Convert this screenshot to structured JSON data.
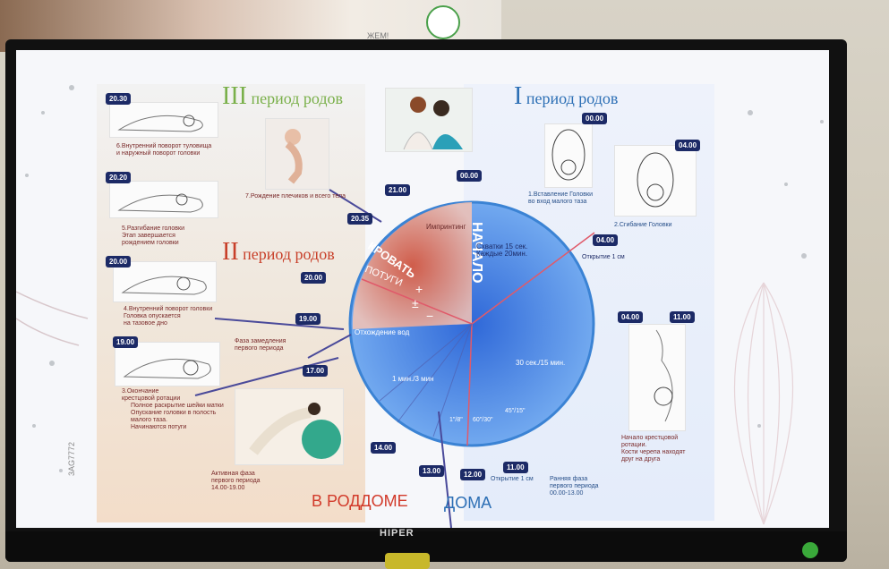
{
  "backdrop": {
    "monitor_brand": "HIPER",
    "side_sticker": "3AG7772",
    "poster_text": "ЖЕМ!"
  },
  "infographic": {
    "periods": {
      "third": {
        "numeral": "III",
        "title": "период родов"
      },
      "first": {
        "numeral": "I",
        "title": "период родов"
      },
      "second": {
        "numeral": "II",
        "title": "период родов"
      }
    },
    "location_labels": {
      "hospital": "В РОДДОМЕ",
      "home": "ДОМА"
    },
    "wheel_labels": {
      "start": "НАЧАЛО",
      "bed": "КРОВАТЬ",
      "pushing": "ПОТУГИ",
      "plus": "+",
      "plusminus": "±",
      "minus": "−",
      "imprinting": "Импринтинг",
      "contractions": "Схватки 15 сек.\nКаждые 20мин.",
      "opening_1cm_top": "Открытие 1 см",
      "interval_30_15": "30 сек./15 мин.",
      "interval_1_3": "1 мин./3 мин",
      "waters": "Отхождение вод",
      "sec_45_15": "45\"/15\"",
      "sec_60_30": "60\"/30\"",
      "sec_1_8": "1\"/8\""
    },
    "times": {
      "t2030": "20.30",
      "t2020": "20.20",
      "t2000a": "20.00",
      "t1900a": "19.00",
      "t0000a": "00.00",
      "t0400a": "04.00",
      "t2100": "21.00",
      "t2035": "20.35",
      "t0000b": "00.00",
      "t2000b": "20.00",
      "t0400b": "04.00",
      "t1900b": "19.00",
      "t0400c": "04.00",
      "t1100a": "11.00",
      "t1700": "17.00",
      "t1400": "14.00",
      "t1300": "13.00",
      "t1200": "12.00",
      "t1100b": "11.00"
    },
    "captions": {
      "c6": "6.Внутренний поворот туловища\nи наружный поворот головки",
      "c5": "5.Разгибание головки\nЭтап завершается\nрождением головки",
      "c4": "4.Внутренний поворот головки\nГоловка опускается\nна тазовое дно",
      "c3": "3.Окончание\nкрестцовой ротации",
      "c3b": "Полное раскрытие шейки матки\nОпускание головки в полость\nмалого таза.\nНачинаются потуги",
      "c7": "7.Рождение плечиков и всего тела",
      "c1": "1.Вставление Головки\nво вход малого таза",
      "c2": "2.Сгибание Головки",
      "slow_phase": "Фаза замедления\nпервого периода",
      "active_phase": "Активная фаза\nпервого периода\n14.00-19.00",
      "early_phase": "Ранняя фаза\nпервого периода\n00.00-13.00",
      "sacral": "Начало крестцовой\nротации.\nКости черепа находят\nдруг на друга",
      "opening_1cm_bottom": "Открытие 1 см"
    },
    "colors": {
      "wheel_blue": "#4a8fe0",
      "wheel_red": "#e05a3a",
      "badge": "#1c2a66",
      "third_green": "#7ab04a",
      "first_blue": "#2c6fb5",
      "second_red": "#c8402a"
    }
  }
}
